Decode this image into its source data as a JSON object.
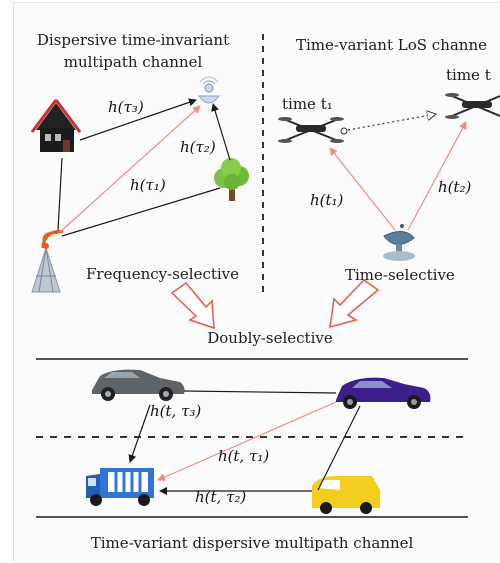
{
  "panels": {
    "top_left": {
      "title_line1": "Dispersive time-invariant",
      "title_line2": "multipath channel",
      "paths": [
        "h(τ₃)",
        "h(τ₂)",
        "h(τ₁)"
      ],
      "caption": "Frequency-selective"
    },
    "top_right": {
      "title": "Time-variant LoS channe",
      "time1": "time t₁",
      "time2": "time t",
      "paths": [
        "h(t₁)",
        "h(t₂)"
      ],
      "caption": "Time-selective"
    },
    "merge_label": "Doubly-selective",
    "bottom": {
      "paths": [
        "h(t, τ₃)",
        "h(t, τ₁)",
        "h(t, τ₂)"
      ],
      "caption": "Time-variant dispersive multipath channel"
    }
  },
  "colors": {
    "red": "#f08a8a",
    "dark": "#1a1a1a",
    "arrow_fill": "#ffffff",
    "arrow_stroke": "#e8574c"
  }
}
